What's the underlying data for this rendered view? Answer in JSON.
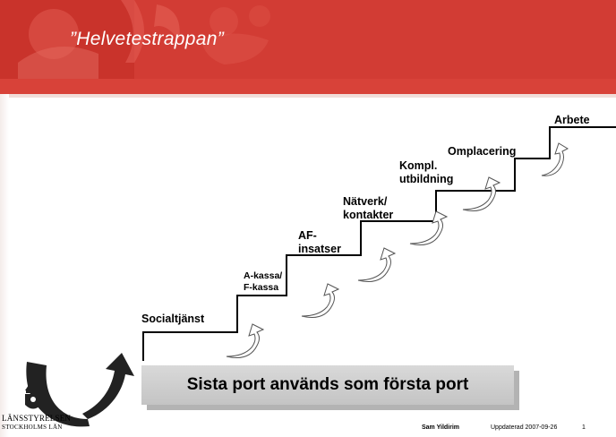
{
  "title": "”Helvetestrappan”",
  "steps": [
    {
      "label": "Socialtjänst"
    },
    {
      "label": "A-kassa/\nF-kassa"
    },
    {
      "label": "AF-\ninsatser"
    },
    {
      "label": "Nätverk/\nkontakter"
    },
    {
      "label": "Kompl.\nutbildning"
    },
    {
      "label": "Omplacering"
    },
    {
      "label": "Arbete"
    }
  ],
  "banner": "Sista port används som första port",
  "logo": {
    "name": "LÄNSSTYRELSEN",
    "sub": "STOCKHOLMS LÄN"
  },
  "footer": {
    "author": "Sam Yildirim",
    "date": "Uppdaterad 2007-09-26",
    "page": "1"
  },
  "colors": {
    "header": "#d23c34",
    "banner": "#cccccc",
    "arrow_fill": "#ffffff"
  }
}
